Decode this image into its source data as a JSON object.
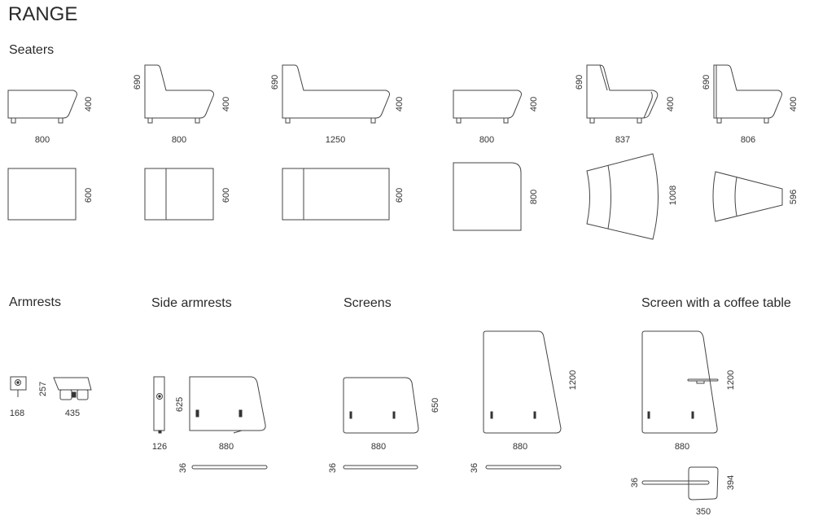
{
  "title": "RANGE",
  "sections": {
    "seaters": "Seaters",
    "armrests": "Armrests",
    "side_armrests": "Side armrests",
    "screens": "Screens",
    "screen_coffee": "Screen with a coffee table"
  },
  "seaters": [
    {
      "width": "800",
      "height": "400",
      "depth": "600"
    },
    {
      "width": "800",
      "height": "400",
      "back": "690",
      "depth": "600"
    },
    {
      "width": "1250",
      "height": "400",
      "back": "690",
      "depth": "600"
    },
    {
      "width": "800",
      "height": "400",
      "depth": "800"
    },
    {
      "width": "837",
      "height": "400",
      "back": "690",
      "depth": "1008"
    },
    {
      "width": "806",
      "height": "400",
      "back": "690",
      "depth": "596"
    }
  ],
  "armrests": {
    "width_a": "168",
    "height": "257",
    "width_b": "435"
  },
  "side_armrests": {
    "thickness": "126",
    "height": "625",
    "width": "880",
    "panel": "36"
  },
  "screens": [
    {
      "width": "880",
      "height": "650",
      "panel": "36"
    },
    {
      "width": "880",
      "height": "1200",
      "panel": "36"
    }
  ],
  "screen_coffee": {
    "width": "880",
    "height": "1200",
    "panel": "36",
    "table_depth": "394",
    "table_width": "350"
  }
}
